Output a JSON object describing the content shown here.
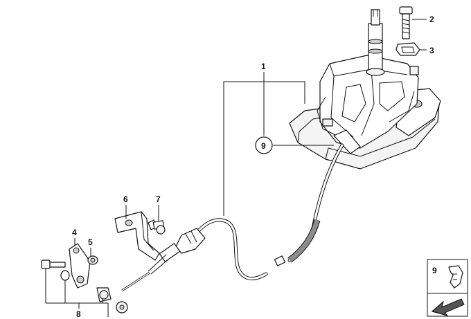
{
  "callouts": {
    "c1": "1",
    "c2": "2",
    "c3": "3",
    "c4": "4",
    "c5": "5",
    "c6": "6",
    "c7": "7",
    "c8": "8",
    "c9": "9"
  },
  "inset": {
    "label": "9",
    "icon": "clip-icon",
    "arrow": "direction-arrow-icon"
  }
}
